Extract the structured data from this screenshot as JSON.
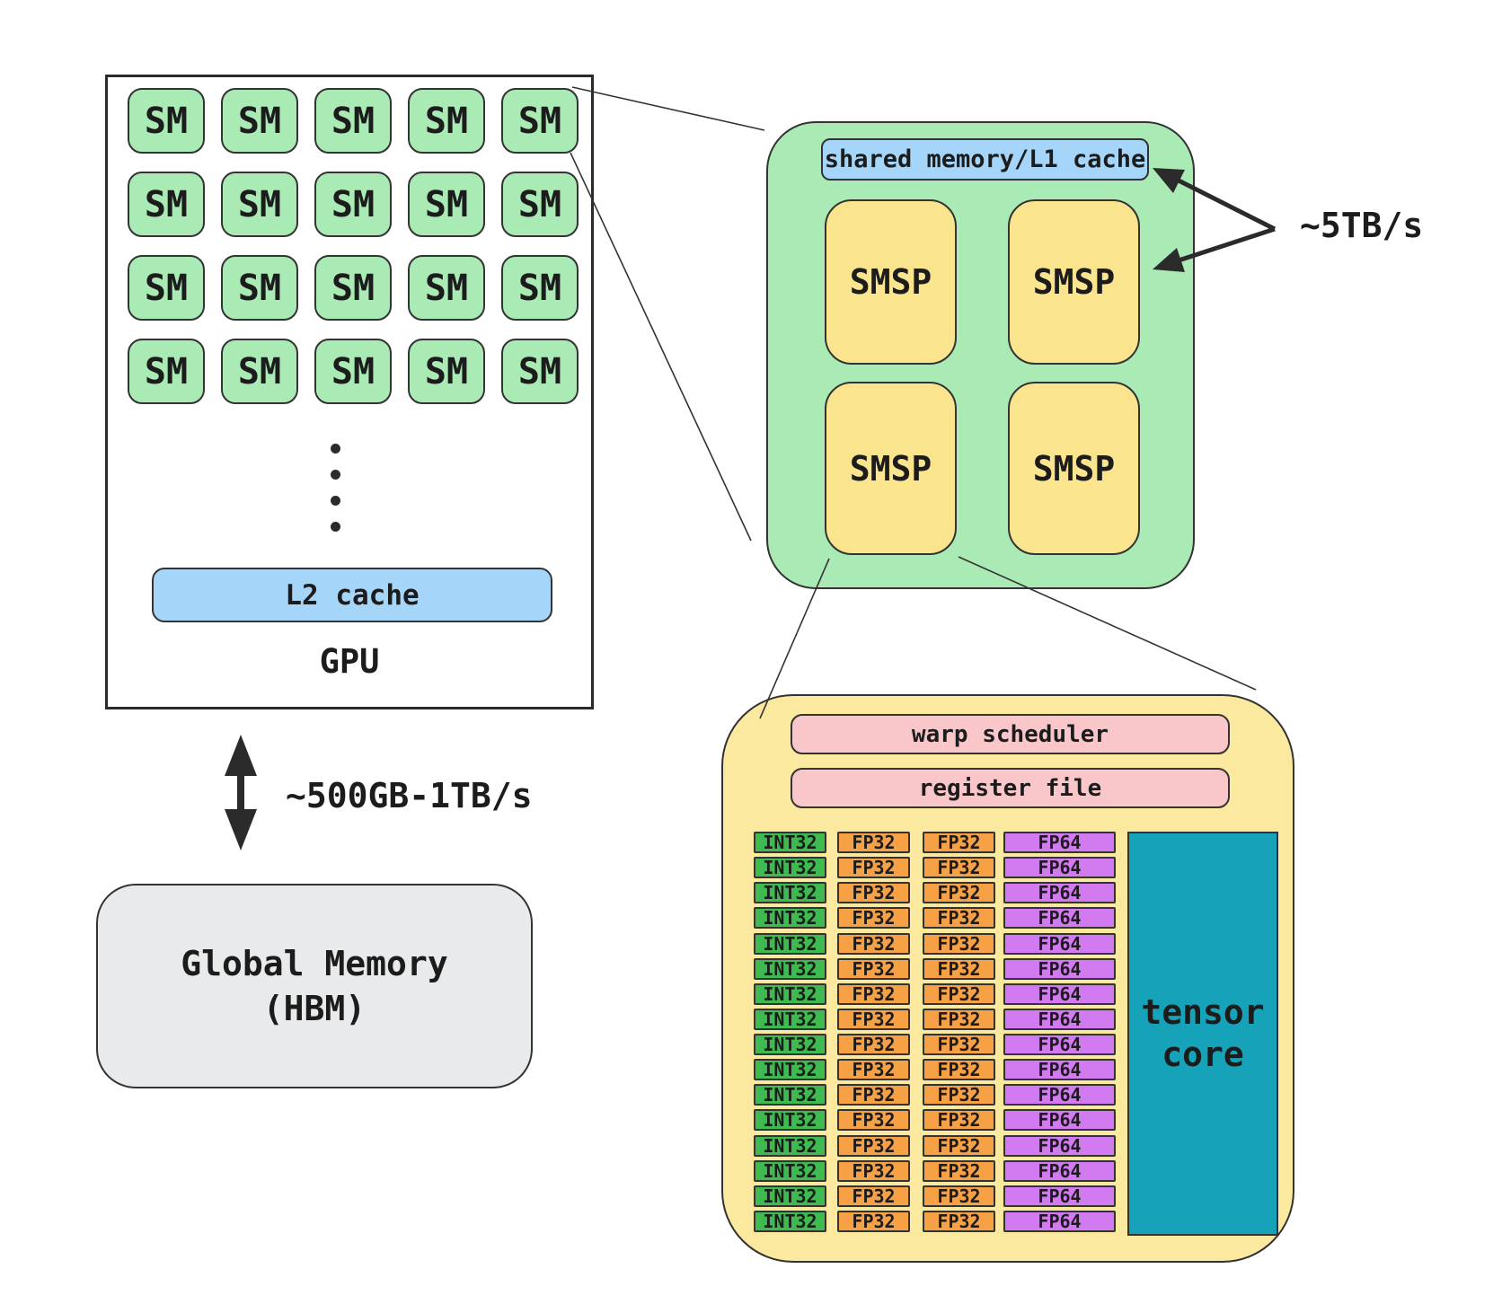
{
  "gpu": {
    "label": "GPU",
    "sm_label": "SM",
    "sm_grid": {
      "rows": 4,
      "cols": 5
    },
    "dots_count": 4,
    "l2_label": "L2 cache"
  },
  "global_memory": {
    "line1": "Global Memory",
    "line2": "(HBM)"
  },
  "bandwidth_gpu_hbm": "~500GB-1TB/s",
  "sm_detail": {
    "shared_label": "shared memory/L1 cache",
    "smsp_label": "SMSP",
    "smsp_count": 4,
    "bandwidth": "~5TB/s"
  },
  "smsp_detail": {
    "warp_label": "warp scheduler",
    "register_label": "register file",
    "rows": 16,
    "unit_columns": [
      "INT32",
      "FP32",
      "FP32",
      "FP64"
    ],
    "tensor_line1": "tensor",
    "tensor_line2": "core"
  },
  "colors": {
    "sm_green": "#a9eab5",
    "cache_blue": "#a5d5f8",
    "smsp_yellow": "#fae48e",
    "smsp_detail_yellow": "#fce9a0",
    "scheduler_pink": "#f9c6ca",
    "int32_green": "#3eba51",
    "fp32_orange": "#f6a145",
    "fp64_purple": "#d27af0",
    "tensor_teal": "#16a2b8",
    "memory_gray": "#e8eaeb",
    "line_dark": "#2b2b2b"
  }
}
